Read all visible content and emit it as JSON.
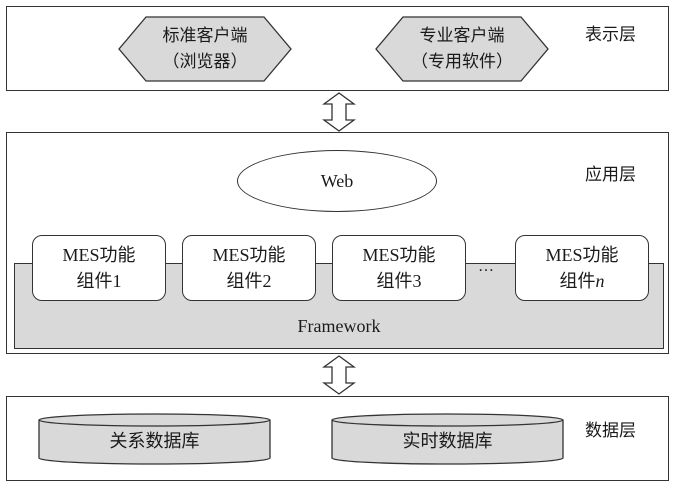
{
  "presentation": {
    "layer_label": "表示层",
    "standard_client": {
      "line1": "标准客户端",
      "line2": "（浏览器）"
    },
    "pro_client": {
      "line1": "专业客户端",
      "line2": "（专用软件）"
    }
  },
  "application": {
    "layer_label": "应用层",
    "web_label": "Web",
    "framework_label": "Framework",
    "components": [
      {
        "line1": "MES功能",
        "line2": "组件1"
      },
      {
        "line1": "MES功能",
        "line2": "组件2"
      },
      {
        "line1": "MES功能",
        "line2": "组件3"
      },
      {
        "line1": "MES功能",
        "line2_prefix": "组件",
        "line2_suffix": "n"
      }
    ],
    "ellipsis": "…"
  },
  "data_layer": {
    "layer_label": "数据层",
    "relational_db": "关系数据库",
    "realtime_db": "实时数据库"
  }
}
